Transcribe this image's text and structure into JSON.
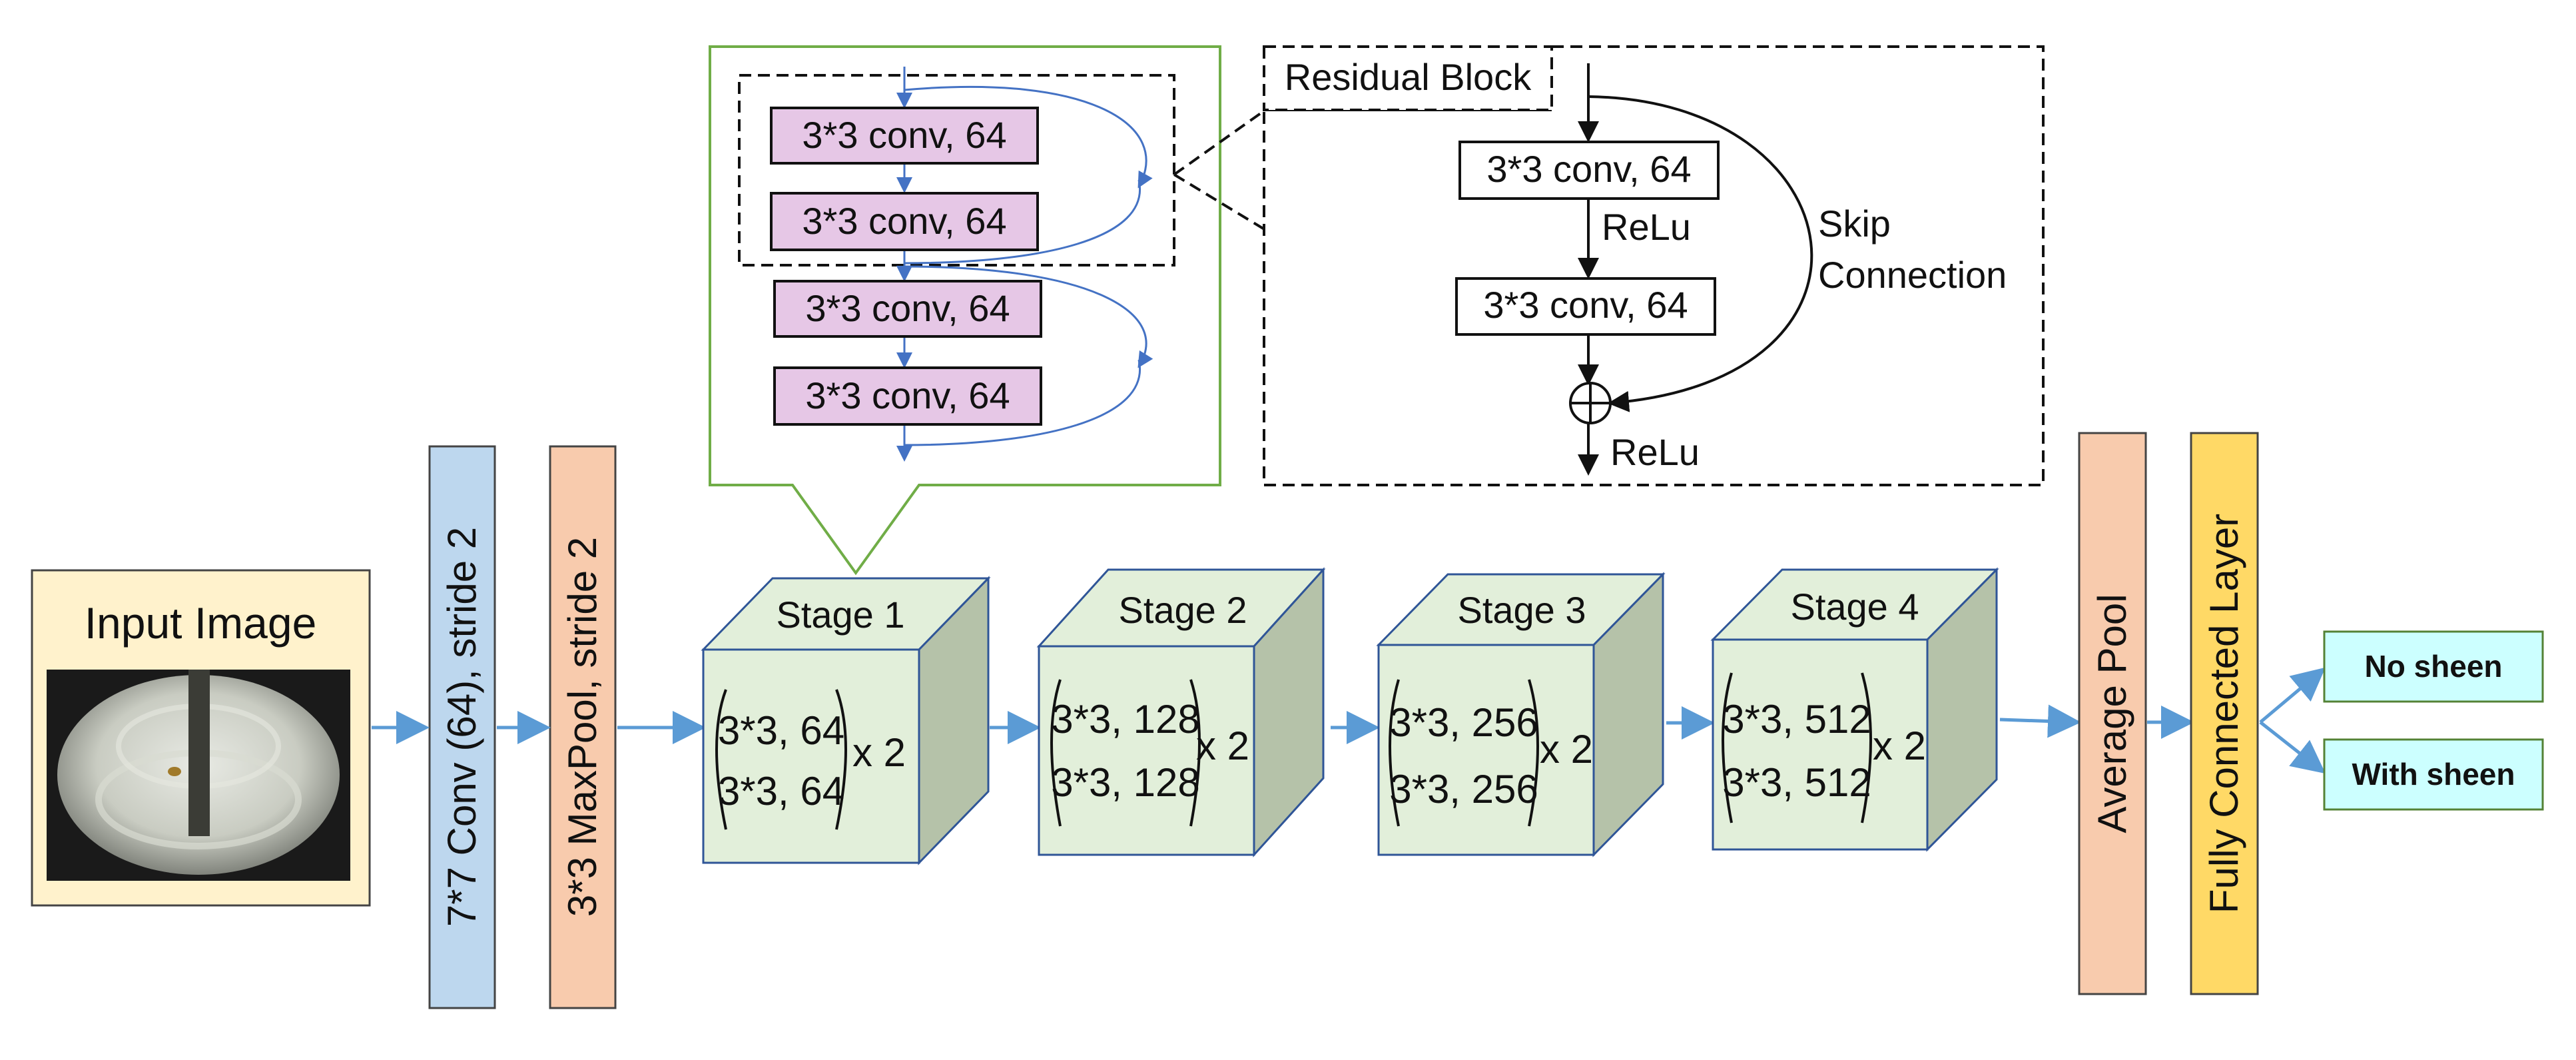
{
  "input": {
    "title": "Input Image"
  },
  "conv_layer": {
    "label": "7*7 Conv (64), stride 2"
  },
  "pool_layer": {
    "label": "3*3 MaxPool, stride 2"
  },
  "stages": [
    {
      "title": "Stage 1",
      "row1": "3*3, 64",
      "row2": "3*3, 64",
      "times": "x 2"
    },
    {
      "title": "Stage 2",
      "row1": "3*3, 128",
      "row2": "3*3, 128",
      "times": "x 2"
    },
    {
      "title": "Stage 3",
      "row1": "3*3, 256",
      "row2": "3*3, 256",
      "times": "x 2"
    },
    {
      "title": "Stage 4",
      "row1": "3*3, 512",
      "row2": "3*3, 512",
      "times": "x 2"
    }
  ],
  "avg_pool": {
    "label": "Average Pool"
  },
  "fc_layer": {
    "label": "Fully Connected Layer"
  },
  "outputs": {
    "no_sheen": "No sheen",
    "with_sheen": "With sheen"
  },
  "stage_detail": {
    "conv_labels": [
      "3*3 conv, 64",
      "3*3 conv, 64",
      "3*3 conv, 64",
      "3*3 conv, 64"
    ]
  },
  "residual_block": {
    "title": "Residual Block",
    "conv1": "3*3 conv, 64",
    "relu1": "ReLu",
    "conv2": "3*3 conv, 64",
    "relu2": "ReLu",
    "skip_line1": "Skip",
    "skip_line2": "Connection"
  },
  "colors": {
    "input_bg": "#FFF2CC",
    "conv_bar": "#BDD7EE",
    "pool_bar": "#F8CBAD",
    "cube_face": "#E2EFDA",
    "cube_side": "#B5C2A9",
    "cube_edge": "#2F5597",
    "pink_box": "#E6C7E6",
    "fc_bar": "#FFD966",
    "output_bg": "#CCFFFF",
    "arrow_blue": "#5B9BD5",
    "green_frame": "#70AD47"
  }
}
